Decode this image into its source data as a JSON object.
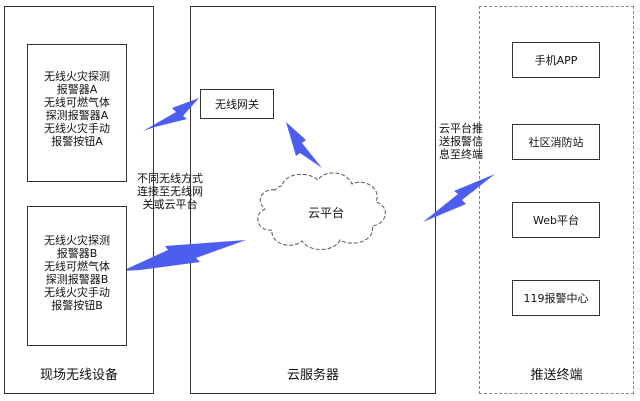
{
  "sections": {
    "left_title": "现场无线设备",
    "middle_title": "云服务器",
    "right_title": "推送终端"
  },
  "devices": {
    "group_a": "无线火灾探测\n报警器A\n无线可燃气体\n探测报警器A\n无线火灾手动\n报警按钮A",
    "group_b": "无线火灾探测\n报警器B\n无线可燃气体\n探测报警器B\n无线火灾手动\n报警按钮B"
  },
  "gateway": {
    "label": "无线网关"
  },
  "connection_note": "不同无线方式\n连接至无线网\n关或云平台",
  "cloud": {
    "label": "云平台"
  },
  "push_note": "云平台推\n送报警信\n息至终端",
  "endpoints": [
    "手机APP",
    "社区消防站",
    "Web平台",
    "119报警中心"
  ]
}
